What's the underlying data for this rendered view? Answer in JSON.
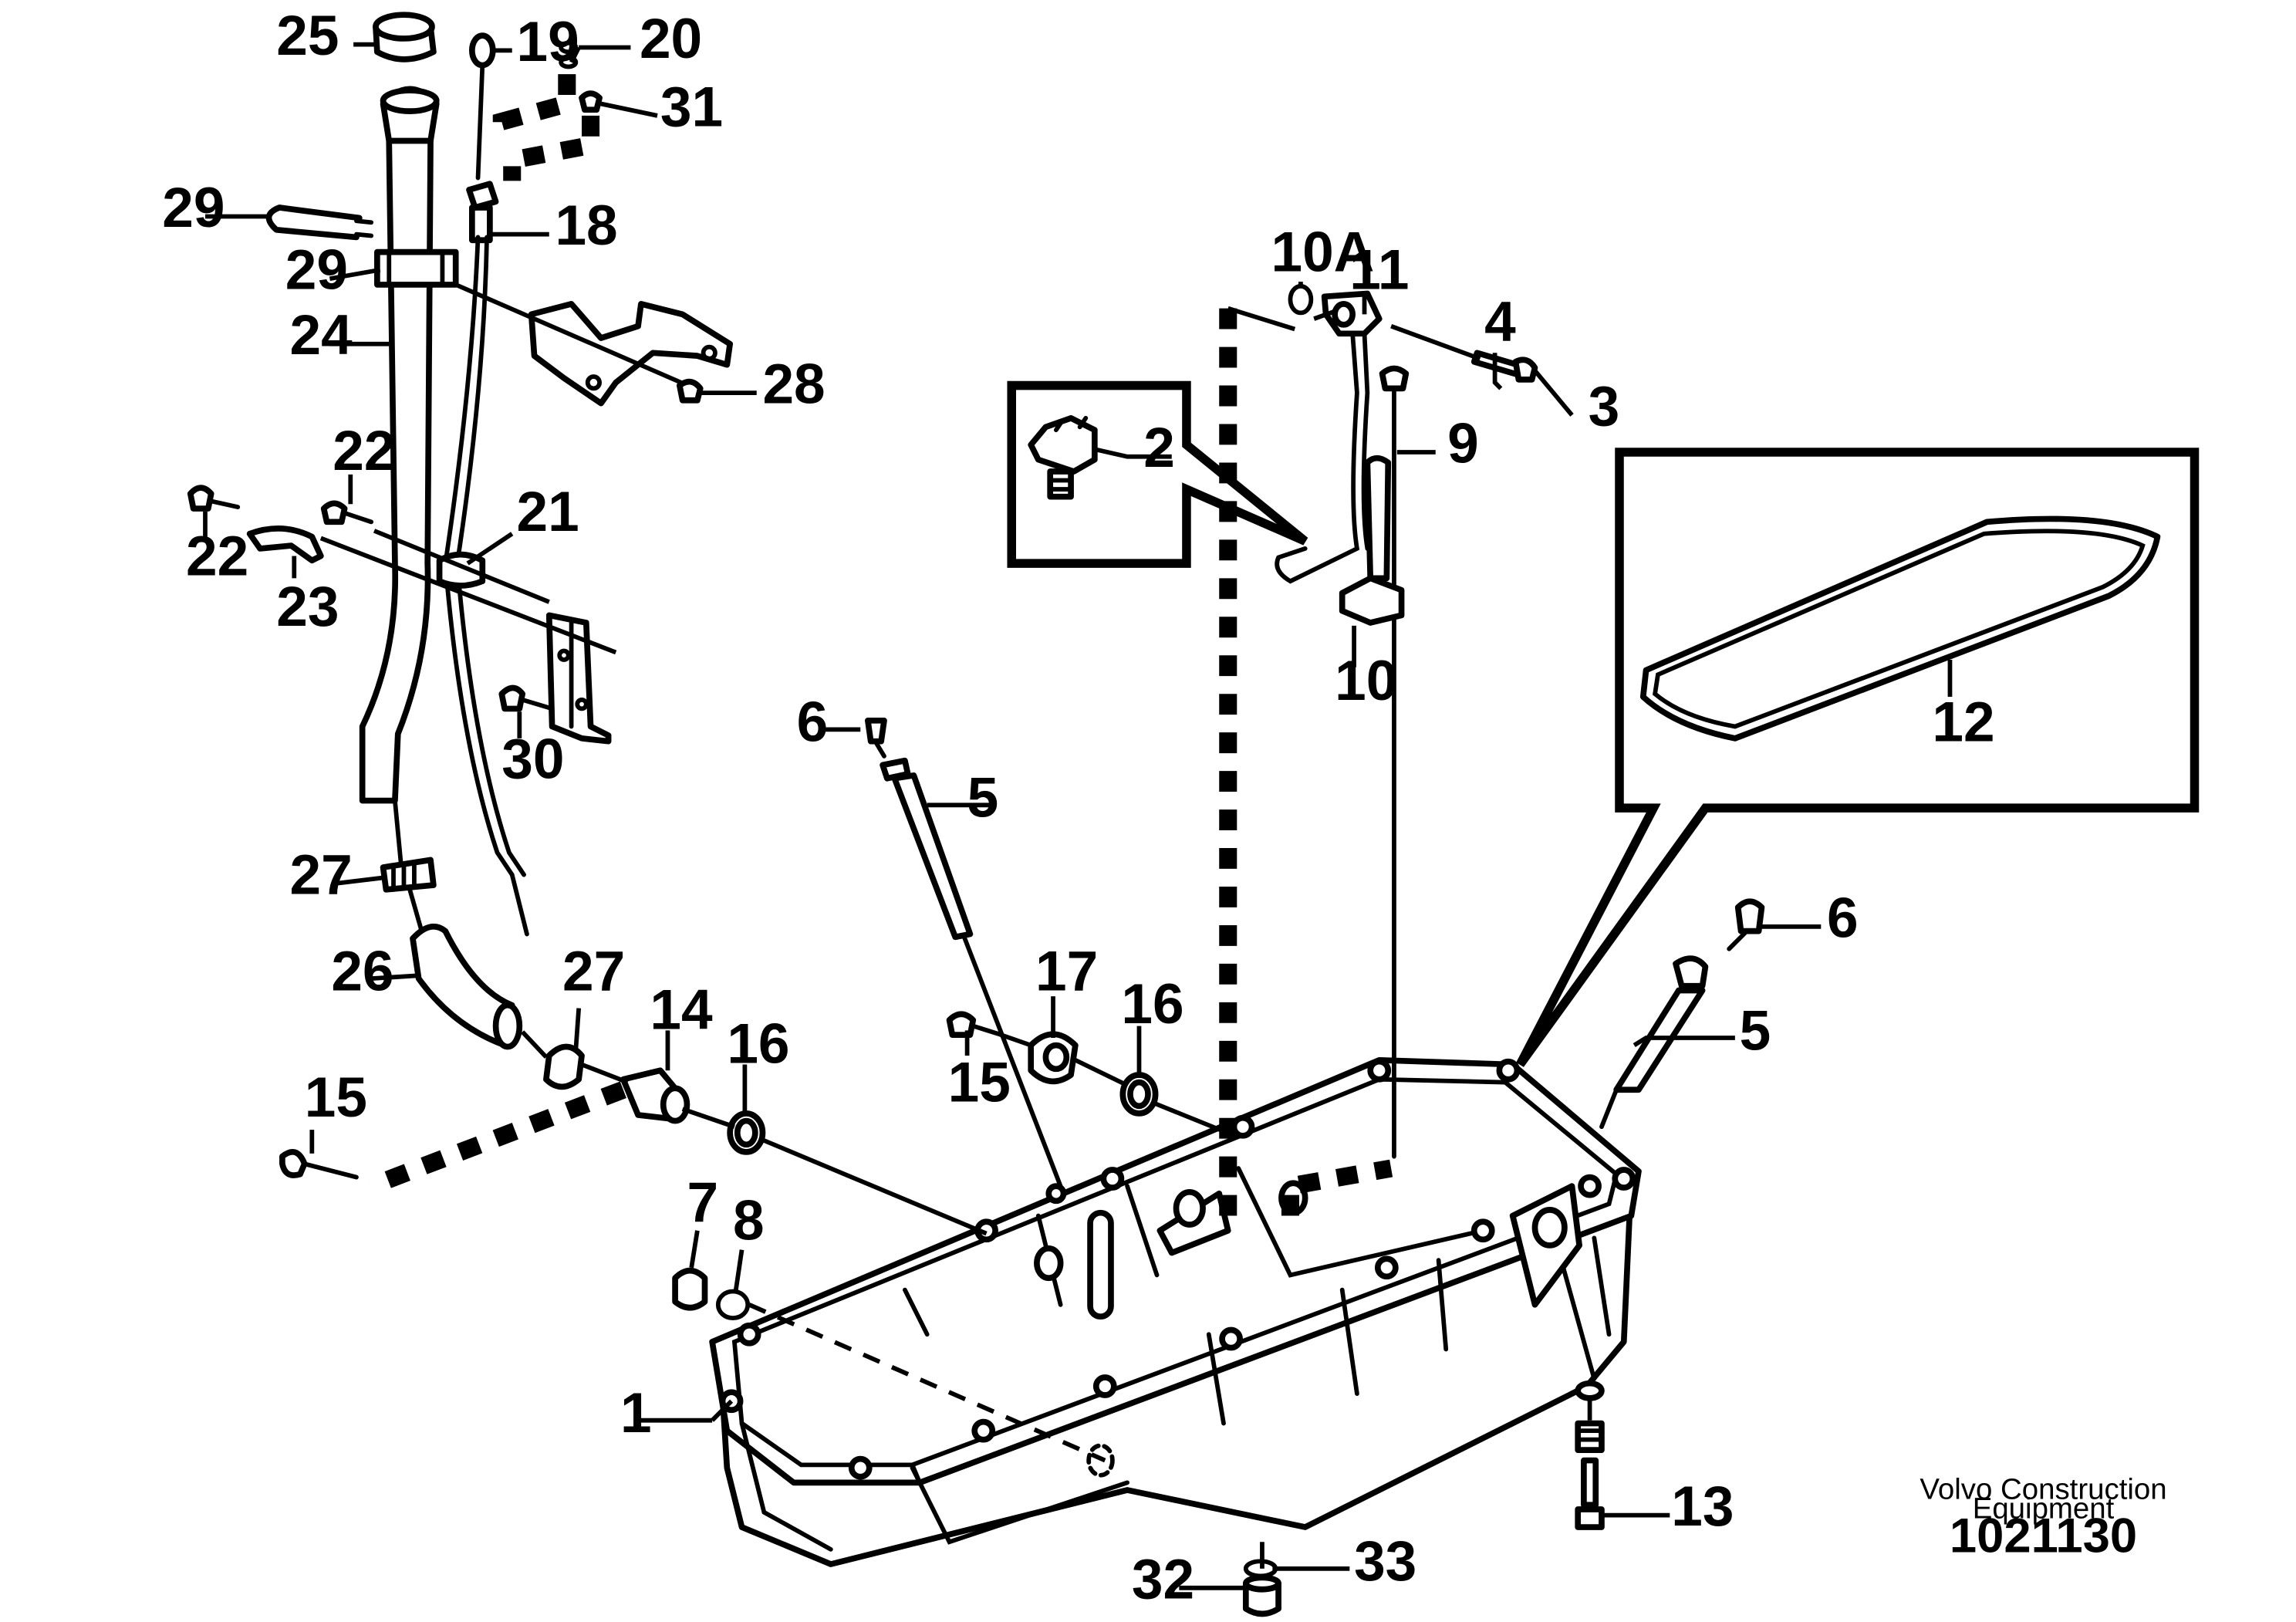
{
  "callouts": {
    "c1": "1",
    "c2": "2",
    "c3": "3",
    "c4": "4",
    "c5a": "5",
    "c5b": "5",
    "c6a": "6",
    "c6b": "6",
    "c7": "7",
    "c8": "8",
    "c9": "9",
    "c10": "10",
    "c10a": "10A",
    "c11": "11",
    "c12": "12",
    "c13": "13",
    "c14": "14",
    "c15a": "15",
    "c15b": "15",
    "c16a": "16",
    "c16b": "16",
    "c17": "17",
    "c18": "18",
    "c19": "19",
    "c20": "20",
    "c21": "21",
    "c22a": "22",
    "c22b": "22",
    "c23": "23",
    "c24": "24",
    "c25": "25",
    "c26": "26",
    "c27a": "27",
    "c27b": "27",
    "c28": "28",
    "c29a": "29",
    "c29b": "29",
    "c30": "30",
    "c31": "31",
    "c32": "32",
    "c33": "33"
  },
  "brand": {
    "line1": "Volvo Construction",
    "line2": "Equipment"
  },
  "drawing_number": "1021130"
}
